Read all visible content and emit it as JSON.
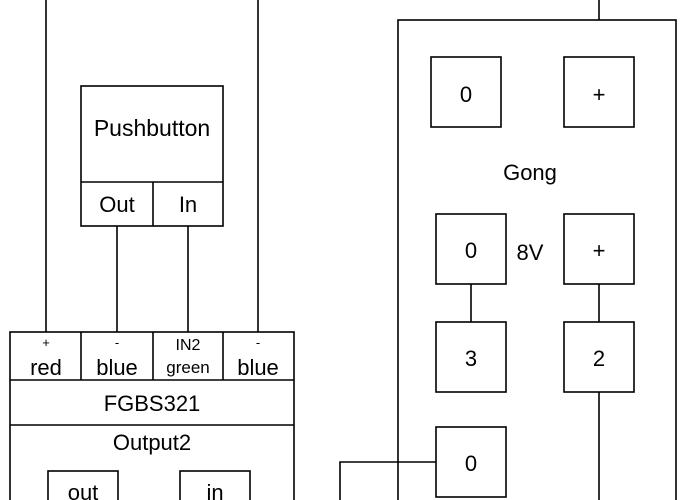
{
  "pushbutton": {
    "title": "Pushbutton",
    "out_label": "Out",
    "in_label": "In"
  },
  "fgbs": {
    "terminals": [
      {
        "sign": "+",
        "color": "red"
      },
      {
        "sign": "-",
        "color": "blue"
      },
      {
        "sign": "IN2",
        "color": "green"
      },
      {
        "sign": "-",
        "color": "blue"
      }
    ],
    "model": "FGBS321",
    "output_title": "Output2",
    "out_label": "out",
    "in_label": "in"
  },
  "gong": {
    "title": "Gong",
    "top_left": "0",
    "top_right": "+",
    "mid_left": "0",
    "voltage": "8V",
    "mid_right": "+",
    "low_left": "3",
    "low_right": "2",
    "bottom": "0"
  }
}
